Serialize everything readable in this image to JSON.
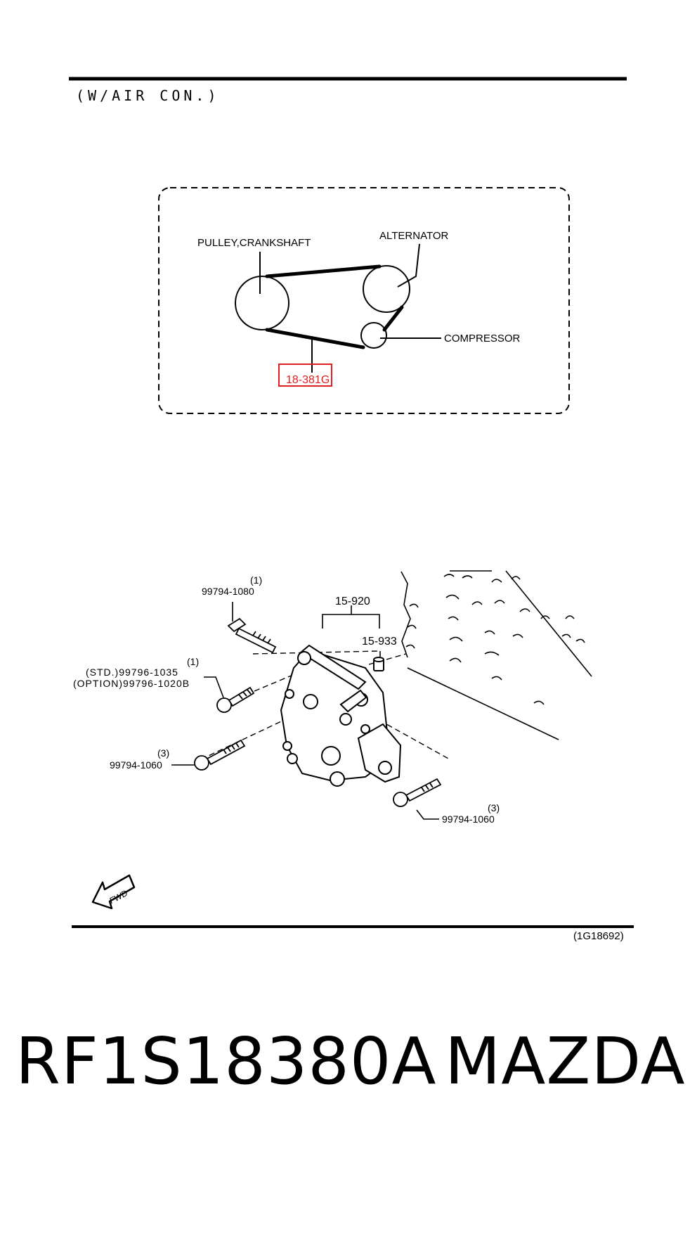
{
  "header": {
    "variant_label": "(W/AIR CON.)"
  },
  "belt_diagram": {
    "labels": {
      "crankshaft": "PULLEY,CRANKSHAFT",
      "alternator": "ALTERNATOR",
      "compressor": "COMPRESSOR",
      "belt_part": "18-381G"
    },
    "highlight_color": "#e02020"
  },
  "bracket_diagram": {
    "labels": {
      "bolt_top_qty": "(1)",
      "bolt_top_part": "99794-1080",
      "group_part": "15-920",
      "sub_part": "15-933",
      "std_qty": "(1)",
      "std_line": "(STD.)99796-1035",
      "option_line": "(OPTION)99796-1020B",
      "left_qty": "(3)",
      "left_part": "99794-1060",
      "right_qty": "(3)",
      "right_part": "99794-1060",
      "fwd": "FWD"
    }
  },
  "footer": {
    "ref_code": "(1G18692)",
    "part_number": "RF1S18380A",
    "brand": "MAZDA"
  }
}
